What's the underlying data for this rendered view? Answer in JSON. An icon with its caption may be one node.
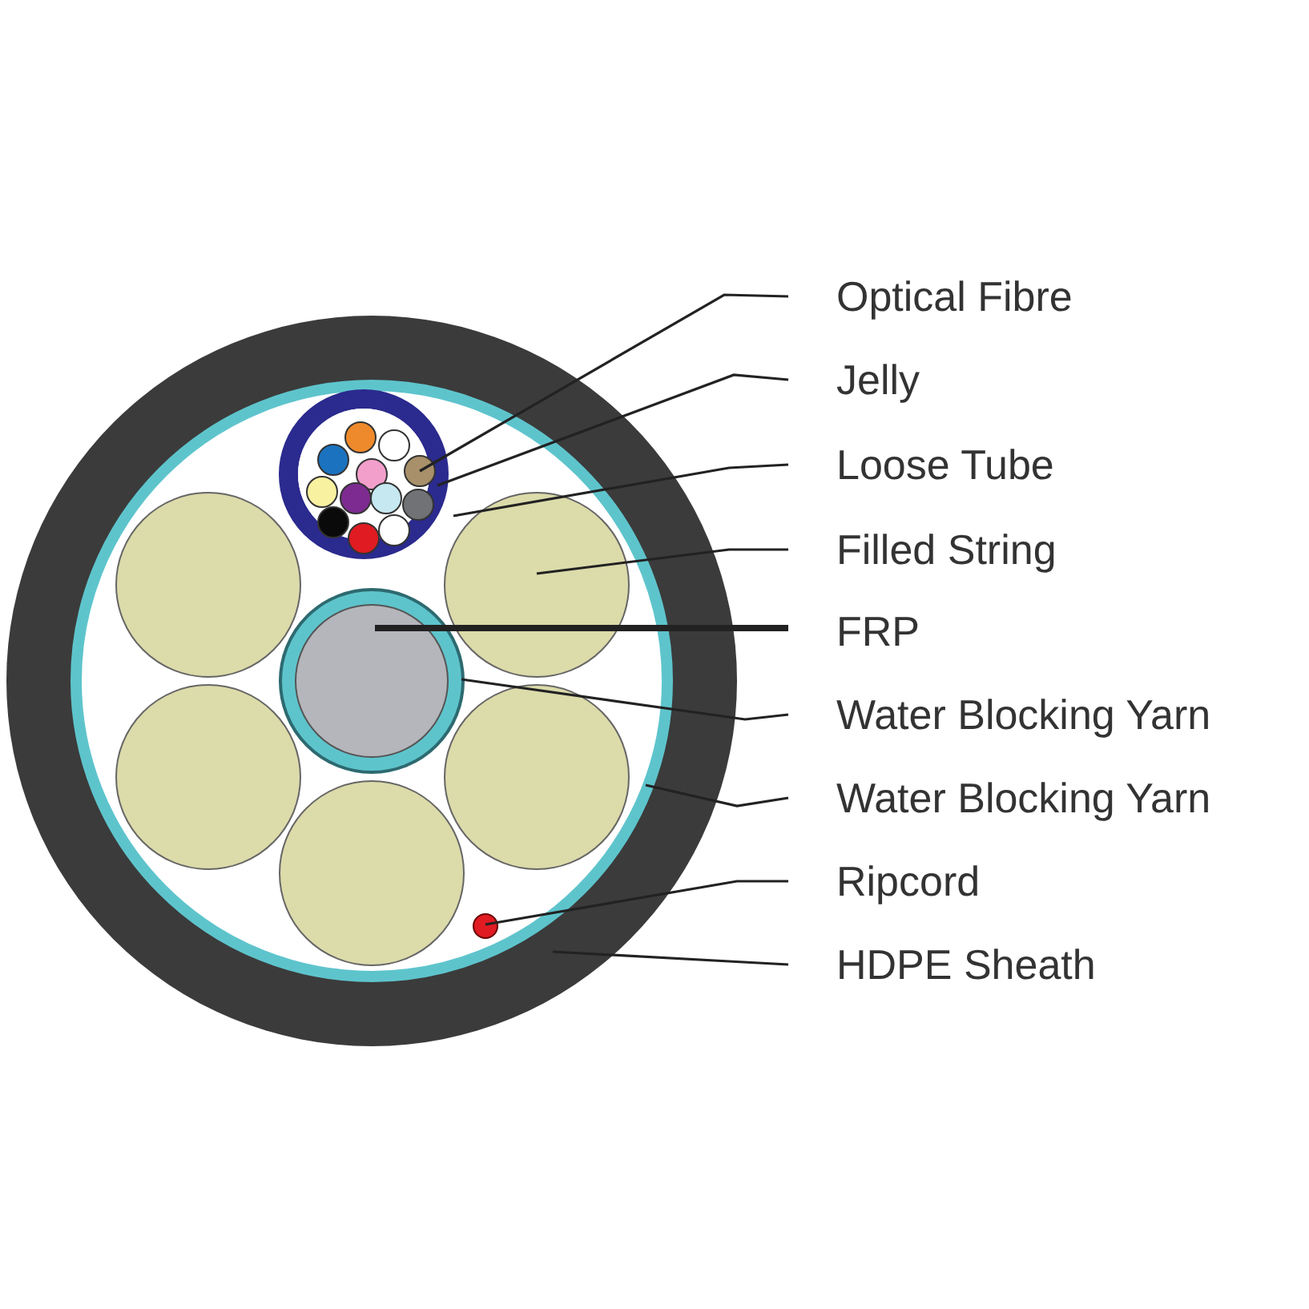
{
  "diagram": {
    "nodes": [
      {
        "text": [
          "Optical Fibre"
        ]
      },
      {
        "text": [
          "Jelly"
        ]
      },
      {
        "text": [
          "Loose Tube"
        ]
      },
      {
        "text": [
          "Filled String"
        ]
      },
      {
        "text": [
          "FRP"
        ]
      },
      {
        "text": [
          "Water Blocking Yarn"
        ]
      },
      {
        "text": [
          "Water Blocking Yarn"
        ]
      },
      {
        "text": [
          "Ripcord"
        ]
      },
      {
        "text": [
          "HDPE Sheath"
        ]
      },
      {
        "text": [],
        "shape": "circle"
      },
      {
        "text": [],
        "shape": "circle",
        "in": 9
      },
      {
        "text": [],
        "shape": "circle",
        "in": 10
      },
      {
        "text": [],
        "shape": "circle",
        "in": 11
      },
      {
        "text": [],
        "shape": "circle",
        "in": 12
      },
      {
        "text": [],
        "shape": "circle",
        "in": 10
      },
      {
        "text": [],
        "shape": "circle",
        "in": 10
      },
      {
        "text": [],
        "shape": "circle",
        "in": 10
      },
      {
        "text": [],
        "shape": "circle",
        "in": 10
      },
      {
        "text": [],
        "shape": "circle",
        "in": 10
      },
      {
        "text": [],
        "shape": "circle",
        "in": 10
      },
      {
        "text": [],
        "shape": "circle",
        "in": 19
      },
      {
        "text": [],
        "shape": "circle",
        "in": 10
      }
    ],
    "edges": [
      {
        "from": 0,
        "to": 13,
        "arrow": "none"
      },
      {
        "from": 1,
        "to": 12,
        "arrow": "none"
      },
      {
        "from": 2,
        "to": 11,
        "arrow": "none"
      },
      {
        "from": 3,
        "to": 14,
        "arrow": "none"
      },
      {
        "from": 4,
        "to": 20,
        "arrow": "none",
        "style": "thick"
      },
      {
        "from": 5,
        "to": 19,
        "arrow": "none"
      },
      {
        "from": 6,
        "to": 10,
        "arrow": "none"
      },
      {
        "from": 7,
        "to": 21,
        "arrow": "none"
      },
      {
        "from": 8,
        "to": 9,
        "arrow": "none"
      }
    ]
  }
}
